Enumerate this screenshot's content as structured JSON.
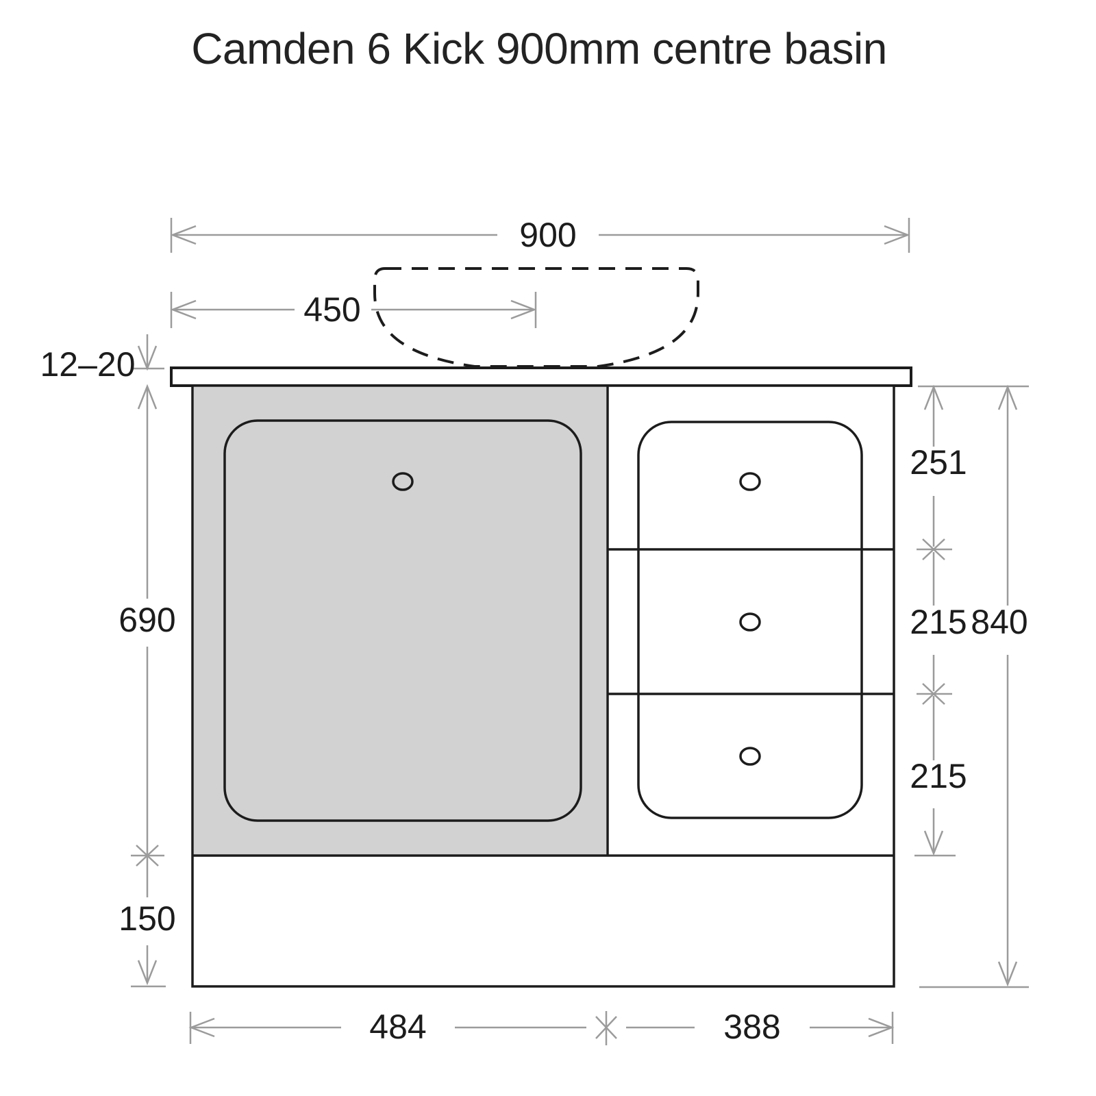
{
  "title": "Camden 6 Kick 900mm centre basin",
  "dimensions": {
    "overall_width_mm": "900",
    "basin_centre_mm": "450",
    "benchtop_thickness_mm": "12–20",
    "door_height_mm": "690",
    "kick_height_mm": "150",
    "top_drawer_mm": "251",
    "middle_drawer_mm": "215",
    "total_cabinet_height_mm": "840",
    "bottom_drawer_mm": "215",
    "door_section_width_mm": "484",
    "drawer_section_width_mm": "388"
  },
  "colors": {
    "line": "#1c1c1c",
    "dimension_line": "#9b9b9b",
    "door_fill": "#d2d2d2",
    "background": "#ffffff",
    "text": "#232323"
  }
}
